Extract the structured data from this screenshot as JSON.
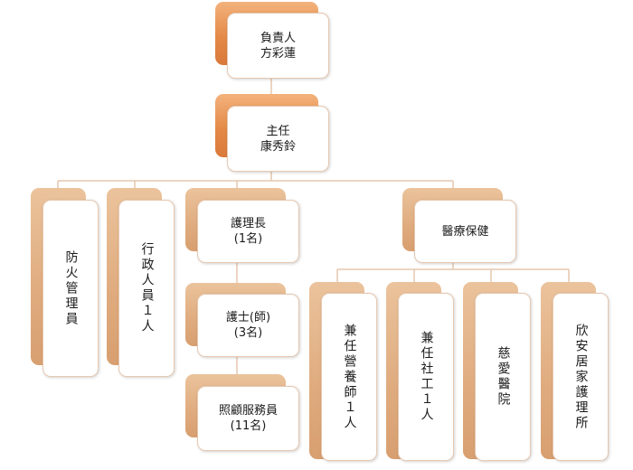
{
  "nodes": {
    "head": {
      "title": "負責人",
      "name": "方彩蓮"
    },
    "director": {
      "title": "主任",
      "name": "康秀鈴"
    },
    "fire": {
      "label": "防火管理員"
    },
    "admin": {
      "label": "行政人員１人"
    },
    "head_nurse": {
      "title": "護理長",
      "count": "(1名)"
    },
    "nurse": {
      "title": "護士(師)",
      "count": "(3名)"
    },
    "caregiver": {
      "title": "照顧服務員",
      "count": "(11名)"
    },
    "medical": {
      "label": "醫療保健"
    },
    "dietitian": {
      "label": "兼任營養師１人"
    },
    "social": {
      "label": "兼任社工１人"
    },
    "hospital": {
      "label": "慈愛醫院"
    },
    "homecare": {
      "label": "欣安居家護理所"
    }
  },
  "colors": {
    "orange_block": "#e48a48",
    "tan_block": "#dfab7e",
    "connector": "#e6c7ad"
  }
}
